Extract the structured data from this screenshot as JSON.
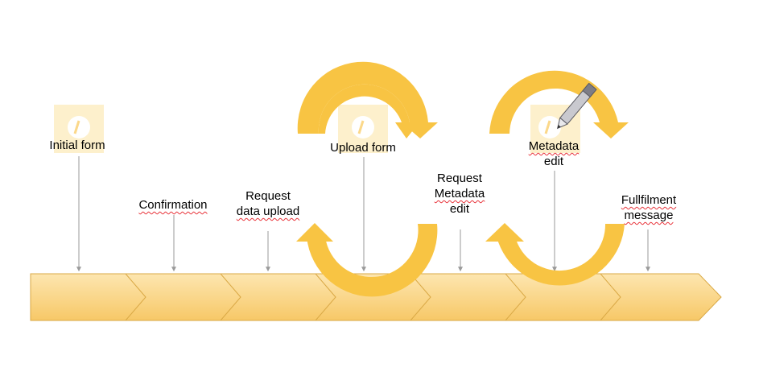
{
  "labels": {
    "initial_form": "Initial form",
    "confirmation": "Confirmation",
    "request_data_upload_line1": "Request",
    "request_data_upload_line2": "data upload",
    "upload_form": "Upload form",
    "request_metadata_edit_line1": "Request",
    "request_metadata_edit_line2": "Metadata",
    "request_metadata_edit_line3": "edit",
    "metadata_edit_line1": "Metadata",
    "metadata_edit_line2": "edit",
    "fulfilment_message_line1": "Fullfilment",
    "fulfilment_message_line2": "message"
  },
  "icons": {
    "form_icon": "form-document-icon",
    "edit_icon": "pencil-icon",
    "loop_arrow": "cycle-arrow-icon"
  },
  "colors": {
    "chevron_fill": "#fbd88a",
    "chevron_fill_light": "#fde6b0",
    "chevron_stroke": "#d9a845",
    "loop_arrow": "#f8c443",
    "connector": "#9a9a9a",
    "form_icon_bg": "#fdf0cc",
    "spelling_underline": "#e8333a"
  }
}
